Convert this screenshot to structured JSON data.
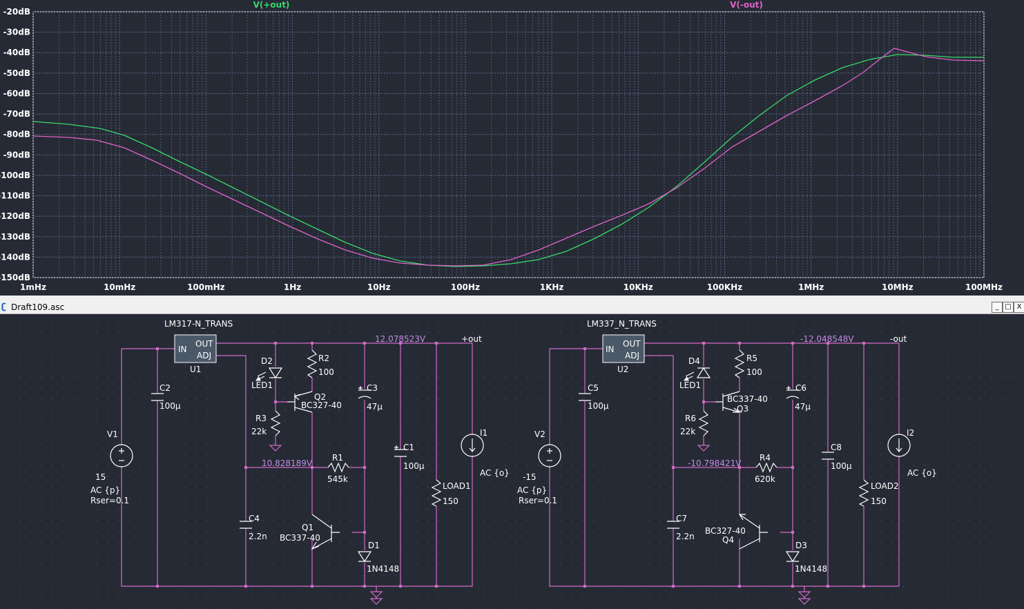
{
  "plot": {
    "traces": [
      {
        "name": "V(+out)",
        "color": "#39d96a"
      },
      {
        "name": "V(-out)",
        "color": "#e064c8"
      }
    ],
    "y_ticks": [
      "-20dB",
      "-30dB",
      "-40dB",
      "-50dB",
      "-60dB",
      "-70dB",
      "-80dB",
      "-90dB",
      "-100dB",
      "-110dB",
      "-120dB",
      "-130dB",
      "-140dB",
      "-150dB"
    ],
    "x_ticks": [
      "1mHz",
      "10mHz",
      "100mHz",
      "1Hz",
      "10Hz",
      "100Hz",
      "1KHz",
      "10KHz",
      "100KHz",
      "1MHz",
      "10MHz",
      "100MHz"
    ],
    "grid_color": "#5a6a8a"
  },
  "window": {
    "title": "Draft109.asc",
    "minimize": "_",
    "maximize": "□",
    "close": "X"
  },
  "schematic": {
    "left": {
      "regulator_model": "LM317-N_TRANS",
      "pin_in": "IN",
      "pin_out": "OUT",
      "pin_adj": "ADJ",
      "ref": "U1",
      "c2": "C2",
      "c2_val": "100µ",
      "v1": "V1",
      "v1_val": "15",
      "v1_ac": "AC {p}",
      "v1_rser": "Rser=0.1",
      "d2": "D2",
      "d2_model": "LED1",
      "r2": "R2",
      "r2_val": "100",
      "q2": "Q2",
      "q2_model": "BC327-40",
      "r3": "R3",
      "r3_val": "22k",
      "c3": "C3",
      "c3_val": "47µ",
      "node_out_v": "12.078523V",
      "out_net": "+out",
      "node_mid_v": "10.828189V",
      "r1": "R1",
      "r1_val": "545k",
      "c1": "C1",
      "c1_val": "100µ",
      "i1": "I1",
      "i1_ac": "AC {o}",
      "load": "LOAD1",
      "load_val": "150",
      "c4": "C4",
      "c4_val": "2.2n",
      "q1": "Q1",
      "q1_model": "BC337-40",
      "d1": "D1",
      "d1_model": "1N4148"
    },
    "right": {
      "regulator_model": "LM337_N_TRANS",
      "pin_in": "IN",
      "pin_out": "OUT",
      "pin_adj": "ADJ",
      "ref": "U2",
      "c5": "C5",
      "c5_val": "100µ",
      "v2": "V2",
      "v2_val": "-15",
      "v2_ac": "AC {p}",
      "v2_rser": "Rser=0.1",
      "d4": "D4",
      "d4_model": "LED1",
      "r5": "R5",
      "r5_val": "100",
      "q3": "Q3",
      "q3_model": "BC337-40",
      "r6": "R6",
      "r6_val": "22k",
      "c6": "C6",
      "c6_val": "47µ",
      "node_out_v": "-12.048548V",
      "out_net": "-out",
      "node_mid_v": "-10.798421V",
      "r4": "R4",
      "r4_val": "620k",
      "c8": "C8",
      "c8_val": "100µ",
      "i2": "I2",
      "i2_ac": "AC {o}",
      "load": "LOAD2",
      "load_val": "150",
      "c7": "C7",
      "c7_val": "2.2n",
      "q4": "Q4",
      "q4_model": "BC327-40",
      "d3": "D3",
      "d3_model": "1N4148"
    }
  }
}
